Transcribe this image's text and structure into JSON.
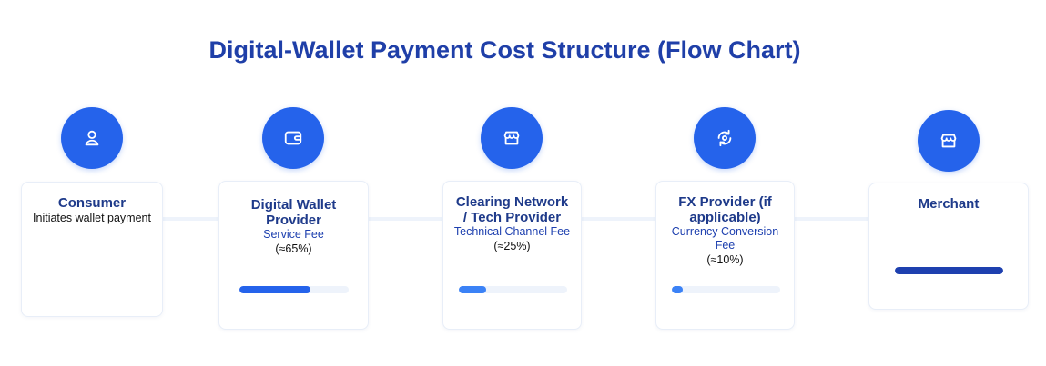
{
  "title": "Digital-Wallet Payment Cost Structure (Flow Chart)",
  "colors": {
    "accent": "#2563eb",
    "title": "#1f3fa8",
    "bar_dark": "#1e40af",
    "bar_mid": "#2563eb",
    "bar_light": "#3b82f6",
    "track": "#eef3fb"
  },
  "nodes": [
    {
      "icon": "user-icon",
      "name": "Consumer",
      "description": "Initiates wallet payment"
    },
    {
      "icon": "wallet-icon",
      "name": "Digital Wallet Provider",
      "fee": "Service Fee",
      "share_label": "(≈65%)",
      "share": 0.65
    },
    {
      "icon": "storefront-icon",
      "name": "Clearing Network / Tech Provider",
      "fee": "Technical Channel Fee",
      "share_label": "(≈25%)",
      "share": 0.25
    },
    {
      "icon": "exchange-icon",
      "name": "FX Provider (if applicable)",
      "fee": "Currency Conversion Fee",
      "share_label": "(≈10%)",
      "share": 0.1
    },
    {
      "icon": "storefront-icon",
      "name": "Merchant",
      "share": 1.0
    }
  ]
}
